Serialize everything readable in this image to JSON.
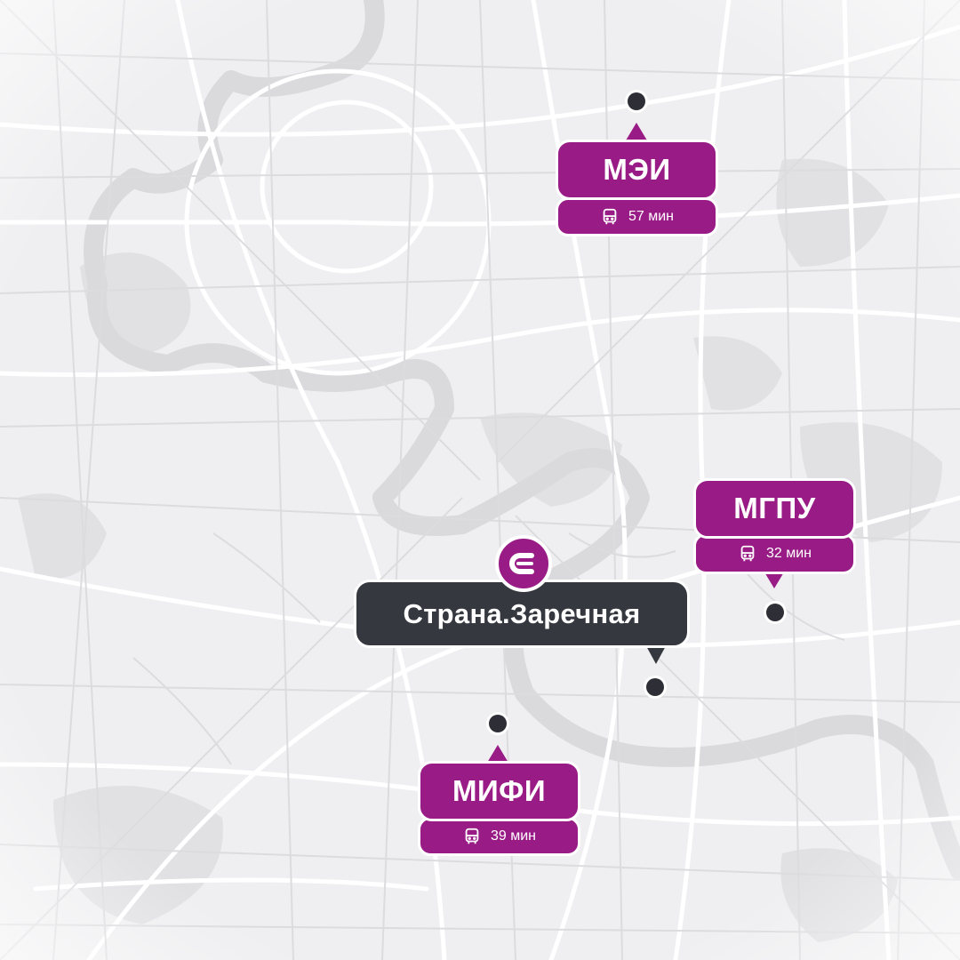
{
  "map": {
    "style": "grayscale-street-map",
    "accent_color": "#991b86",
    "home_color": "#363840"
  },
  "home": {
    "label": "Страна.Заречная",
    "logo_icon": "brand-logo-icon"
  },
  "destinations": [
    {
      "name": "МЭИ",
      "time": "57 мин",
      "transport_icon": "bus-icon"
    },
    {
      "name": "МГПУ",
      "time": "32 мин",
      "transport_icon": "bus-icon"
    },
    {
      "name": "МИФИ",
      "time": "39 мин",
      "transport_icon": "bus-icon"
    }
  ]
}
